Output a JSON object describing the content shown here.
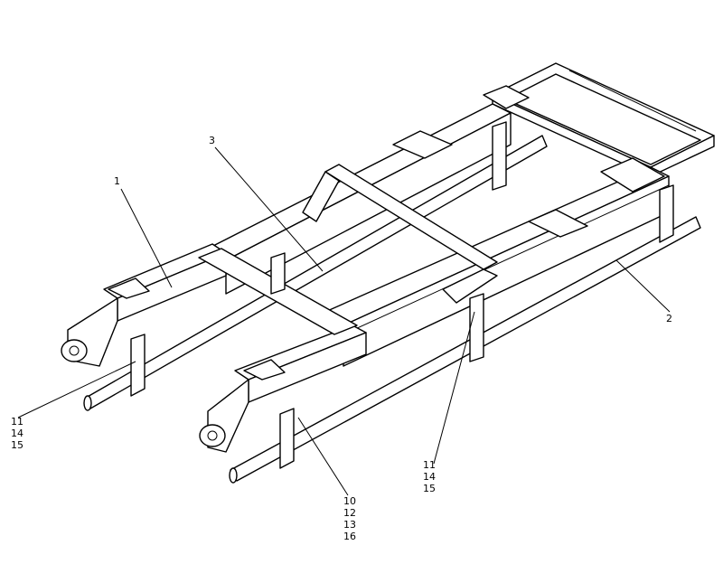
{
  "callouts": {
    "c1": {
      "label": "1"
    },
    "c2": {
      "label": "2"
    },
    "c3": {
      "label": "3"
    },
    "c_left": {
      "lines": [
        "11",
        "14",
        "15"
      ]
    },
    "c_mid": {
      "lines": [
        "11",
        "14",
        "15"
      ]
    },
    "c_bottom": {
      "lines": [
        "10",
        "12",
        "13",
        "16"
      ]
    }
  }
}
